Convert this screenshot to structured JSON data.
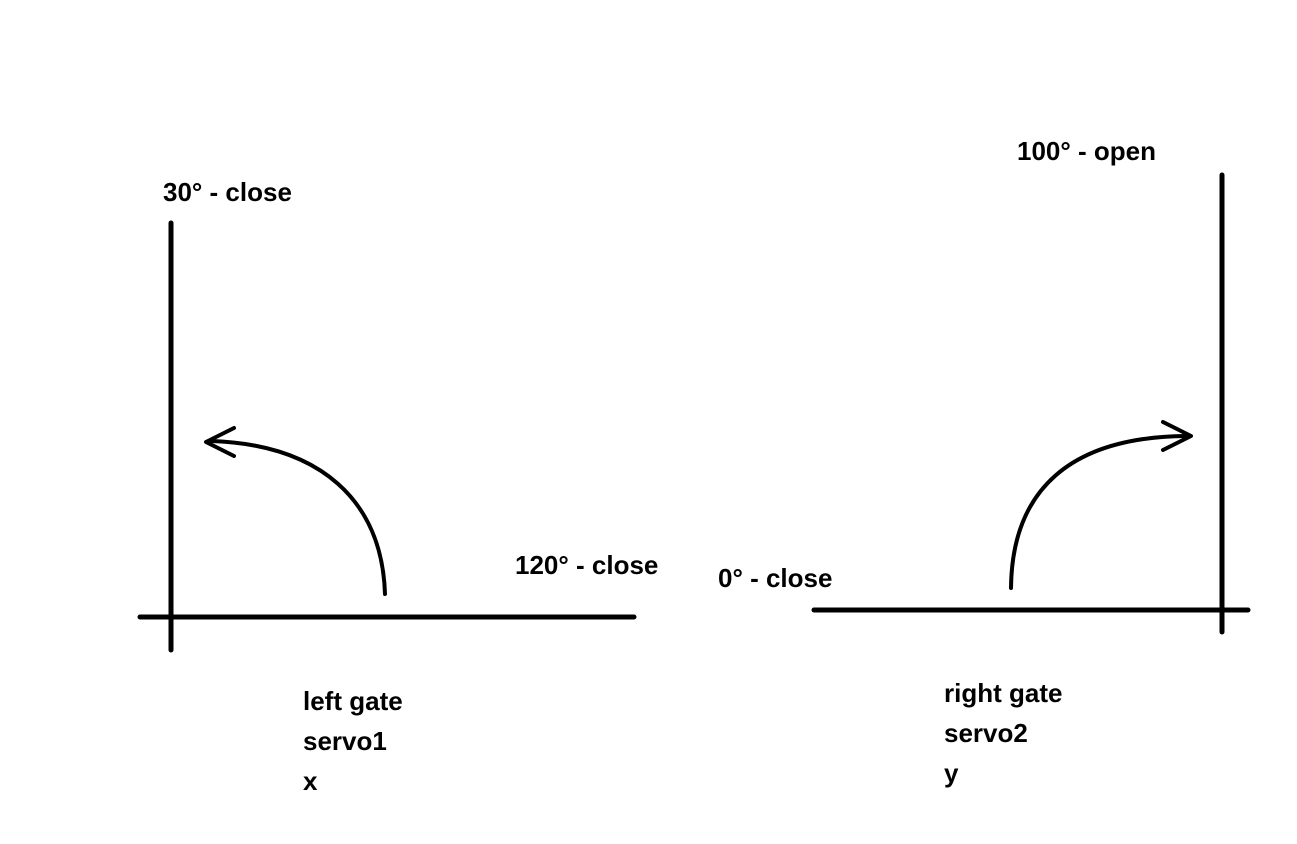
{
  "left_gate": {
    "top_label": "30° - close",
    "side_label": "120° - close",
    "caption": [
      "left gate",
      "servo1",
      "x"
    ]
  },
  "right_gate": {
    "top_label": "100° - open",
    "side_label": "0° - close",
    "caption": [
      "right gate",
      "servo2",
      "y"
    ]
  },
  "colors": {
    "stroke": "#000000",
    "background": "#ffffff"
  }
}
